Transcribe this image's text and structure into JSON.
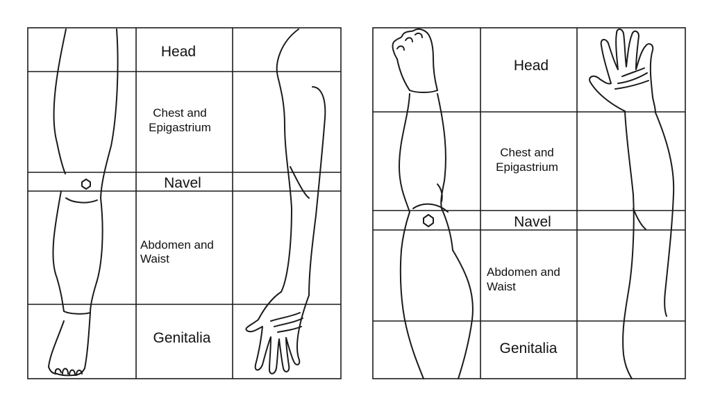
{
  "left_panel": {
    "labels": {
      "head": "Head",
      "chest": [
        "Chest and",
        "Epigastrium"
      ],
      "navel": "Navel",
      "abdomen": [
        "Abdomen and",
        "Waist"
      ],
      "genitalia": "Genitalia"
    }
  },
  "right_panel": {
    "labels": {
      "head": "Head",
      "chest": [
        "Chest and",
        "Epigastrium"
      ],
      "navel": "Navel",
      "abdomen": [
        "Abdomen and",
        "Waist"
      ],
      "genitalia": "Genitalia"
    }
  }
}
